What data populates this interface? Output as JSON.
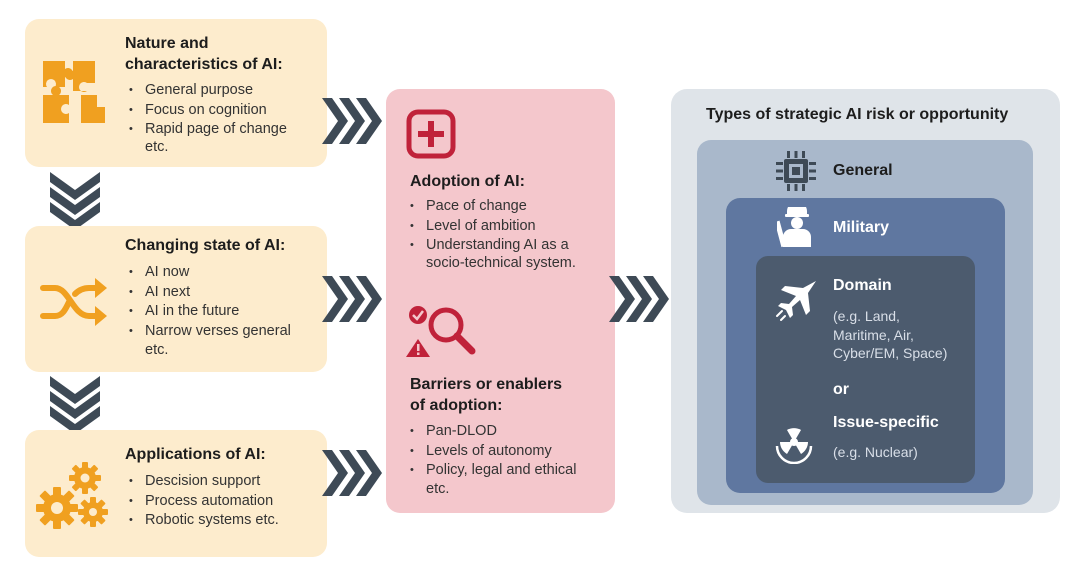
{
  "cards": {
    "nature": {
      "title_line1": "Nature and",
      "title_line2": "characteristics of AI:",
      "items": [
        "General purpose",
        "Focus on cognition",
        "Rapid page of change"
      ],
      "etc": "etc."
    },
    "state": {
      "title": "Changing state of AI:",
      "items": [
        "AI now",
        "AI next",
        "AI in the future",
        "Narrow verses general"
      ],
      "etc": "etc."
    },
    "applications": {
      "title": "Applications of AI:",
      "items": [
        "Descision support",
        "Process automation",
        "Robotic systems etc."
      ]
    }
  },
  "adoption": {
    "title": "Adoption of AI:",
    "items": [
      "Pace of change",
      "Level of ambition",
      "Understanding AI as a"
    ],
    "continuation": "socio-technical system."
  },
  "barriers": {
    "title_line1": "Barriers or enablers",
    "title_line2": "of adoption:",
    "items": [
      "Pan-DLOD",
      "Levels of autonomy",
      "Policy, legal and ethical"
    ],
    "etc": "etc."
  },
  "types": {
    "heading": "Types of strategic AI risk or opportunity",
    "general": "General",
    "military": "Military",
    "domain": "Domain",
    "domain_examples": [
      "(e.g. Land,",
      "Maritime, Air,",
      "Cyber/EM, Space)"
    ],
    "or": "or",
    "issue": "Issue-specific",
    "issue_examples": "(e.g. Nuclear)"
  },
  "colors": {
    "orange": "#f0a020",
    "crimson": "#c0223a",
    "chevron": "#3e4a56"
  }
}
